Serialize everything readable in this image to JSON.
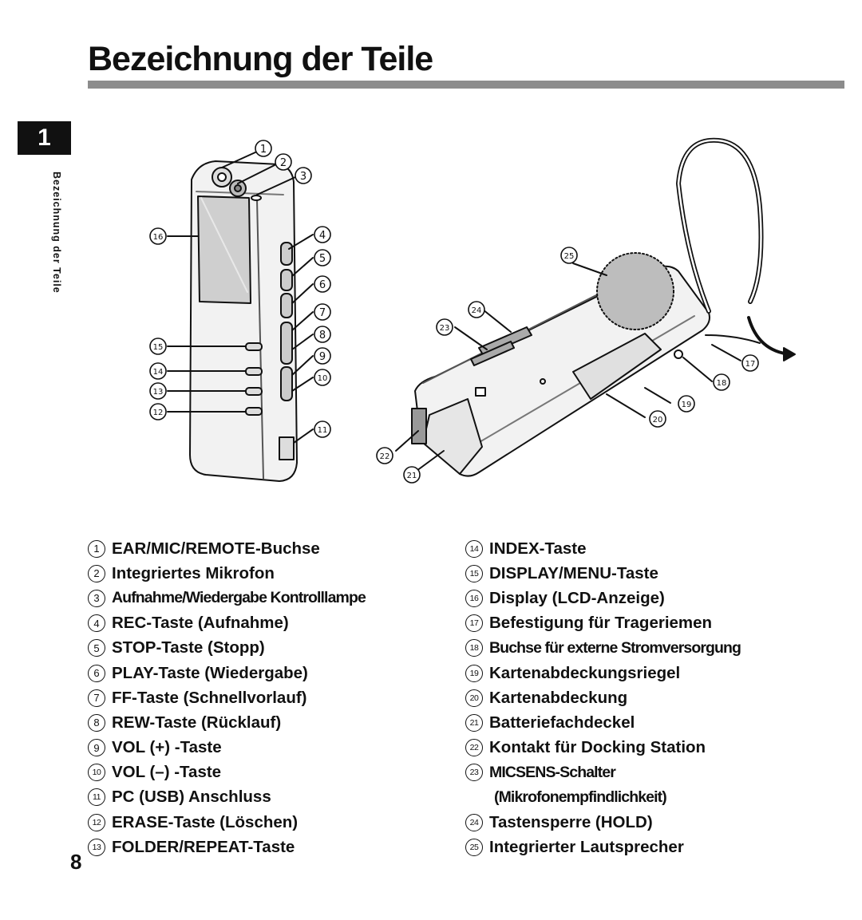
{
  "page": {
    "title": "Bezeichnung der Teile",
    "chapter_number": "1",
    "side_label": "Bezeichnung der Teile",
    "page_number": "8"
  },
  "figure": {
    "callouts": [
      "1",
      "2",
      "3",
      "4",
      "5",
      "6",
      "7",
      "8",
      "9",
      "10",
      "11",
      "12",
      "13",
      "14",
      "15",
      "16",
      "17",
      "18",
      "19",
      "20",
      "21",
      "22",
      "23",
      "24",
      "25"
    ]
  },
  "legend_left": [
    {
      "num": "1",
      "text": "EAR/MIC/REMOTE-Buchse"
    },
    {
      "num": "2",
      "text": "Integriertes Mikrofon"
    },
    {
      "num": "3",
      "text": "Aufnahme/Wiedergabe Kontrolllampe"
    },
    {
      "num": "4",
      "text": "REC-Taste (Aufnahme)"
    },
    {
      "num": "5",
      "text": "STOP-Taste (Stopp)"
    },
    {
      "num": "6",
      "text": "PLAY-Taste (Wiedergabe)"
    },
    {
      "num": "7",
      "text": "FF-Taste (Schnellvorlauf)"
    },
    {
      "num": "8",
      "text": "REW-Taste (Rücklauf)"
    },
    {
      "num": "9",
      "text": "VOL (+) -Taste"
    },
    {
      "num": "10",
      "text": "VOL (–) -Taste"
    },
    {
      "num": "11",
      "text": "PC (USB) Anschluss"
    },
    {
      "num": "12",
      "text": "ERASE-Taste (Löschen)"
    },
    {
      "num": "13",
      "text": "FOLDER/REPEAT-Taste"
    }
  ],
  "legend_right": [
    {
      "num": "14",
      "text": "INDEX-Taste"
    },
    {
      "num": "15",
      "text": "DISPLAY/MENU-Taste"
    },
    {
      "num": "16",
      "text": "Display (LCD-Anzeige)"
    },
    {
      "num": "17",
      "text": "Befestigung für Trageriemen"
    },
    {
      "num": "18",
      "text": "Buchse für externe Stromversorgung"
    },
    {
      "num": "19",
      "text": "Kartenabdeckungsriegel"
    },
    {
      "num": "20",
      "text": "Kartenabdeckung"
    },
    {
      "num": "21",
      "text": "Batteriefachdeckel"
    },
    {
      "num": "22",
      "text": "Kontakt für Docking Station"
    },
    {
      "num": "23",
      "text": "MICSENS-Schalter",
      "cont": "(Mikrofonempfindlichkeit)"
    },
    {
      "num": "24",
      "text": "Tastensperre (HOLD)"
    },
    {
      "num": "25",
      "text": "Integrierter Lautsprecher"
    }
  ]
}
